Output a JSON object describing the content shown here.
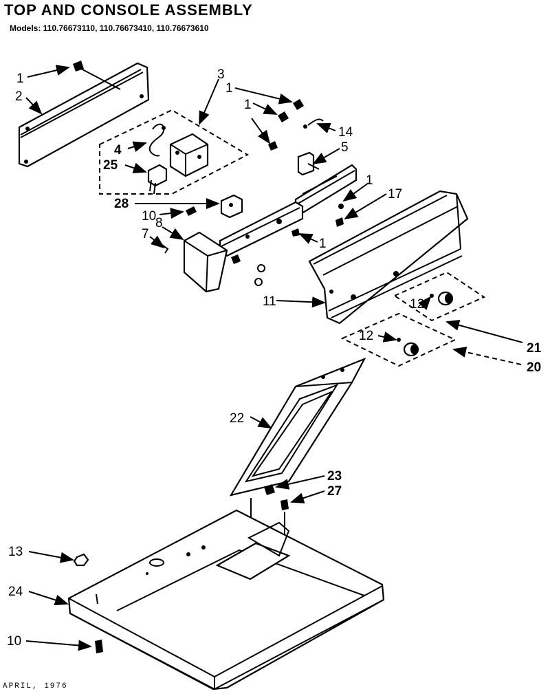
{
  "title": "TOP AND CONSOLE ASSEMBLY",
  "models": "Models: 110.76673110, 110.76673410, 110.76673610",
  "footer_date": "APRIL, 1976",
  "callouts": {
    "c1a": "1",
    "c2": "2",
    "c3": "3",
    "c1b": "1",
    "c1c": "1",
    "c14": "14",
    "c5": "5",
    "c4": "4",
    "c25": "25",
    "c1d": "1",
    "c17": "17",
    "c28": "28",
    "c10a": "10",
    "c8": "8",
    "c7": "7",
    "c1e": "1",
    "c11": "11",
    "c12a": "12",
    "c12b": "12",
    "c21": "21",
    "c20": "20",
    "c22": "22",
    "c23": "23",
    "c27": "27",
    "c13": "13",
    "c24": "24",
    "c10b": "10"
  }
}
